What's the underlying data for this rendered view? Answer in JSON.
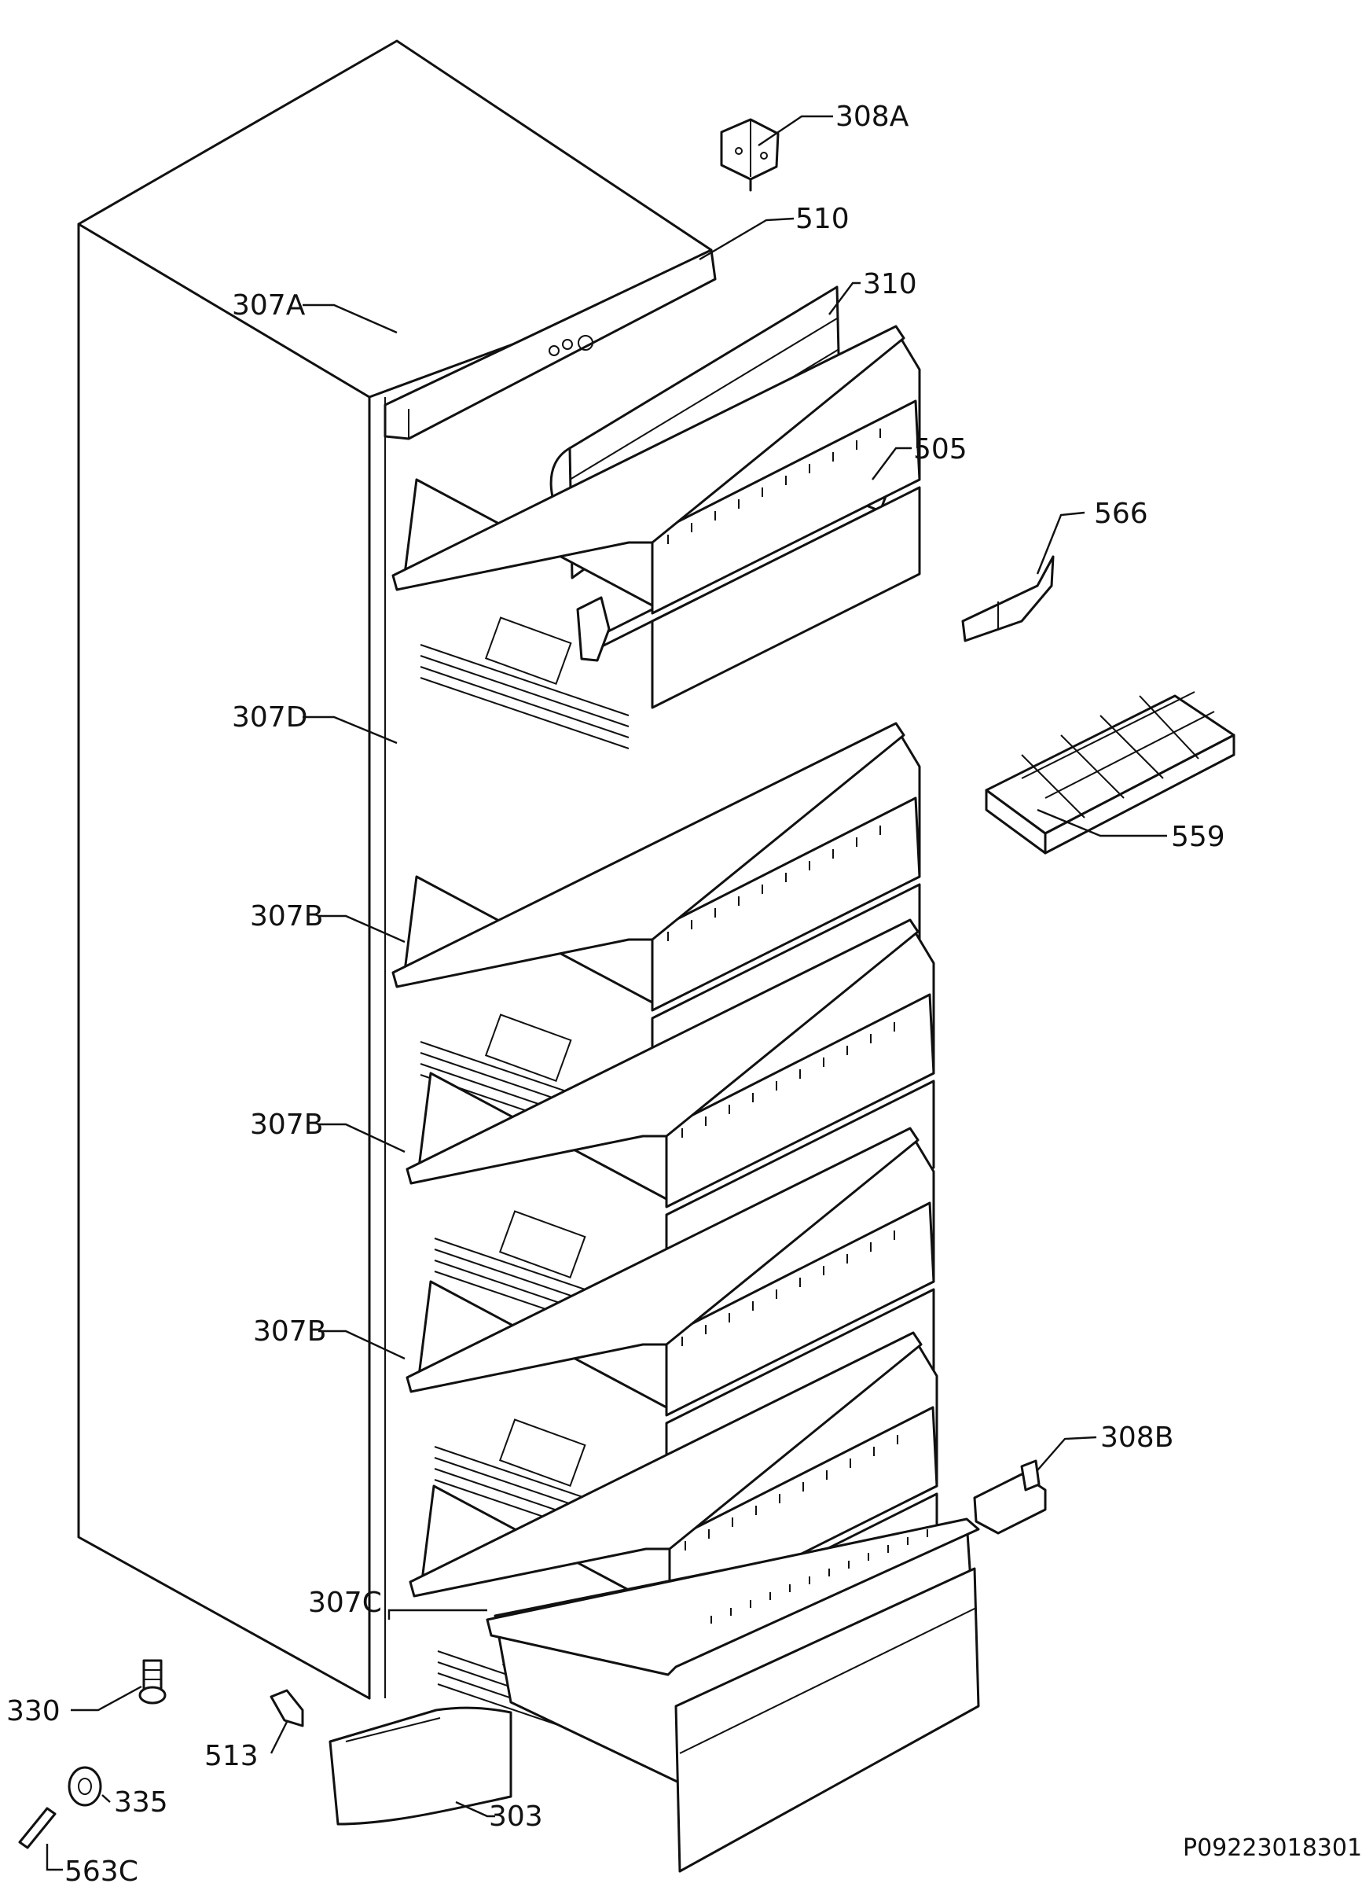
{
  "diagram": {
    "labels": {
      "l308a": "308A",
      "l510": "510",
      "l310": "310",
      "l505": "505",
      "l566": "566",
      "l307a": "307A",
      "l307d": "307D",
      "l559": "559",
      "l307b_1": "307B",
      "l307b_2": "307B",
      "l307b_3": "307B",
      "l308b": "308B",
      "l307c": "307C",
      "l330": "330",
      "l513": "513",
      "l303": "303",
      "l335": "335",
      "l563c": "563C"
    },
    "reference_code": "P09223018301"
  }
}
